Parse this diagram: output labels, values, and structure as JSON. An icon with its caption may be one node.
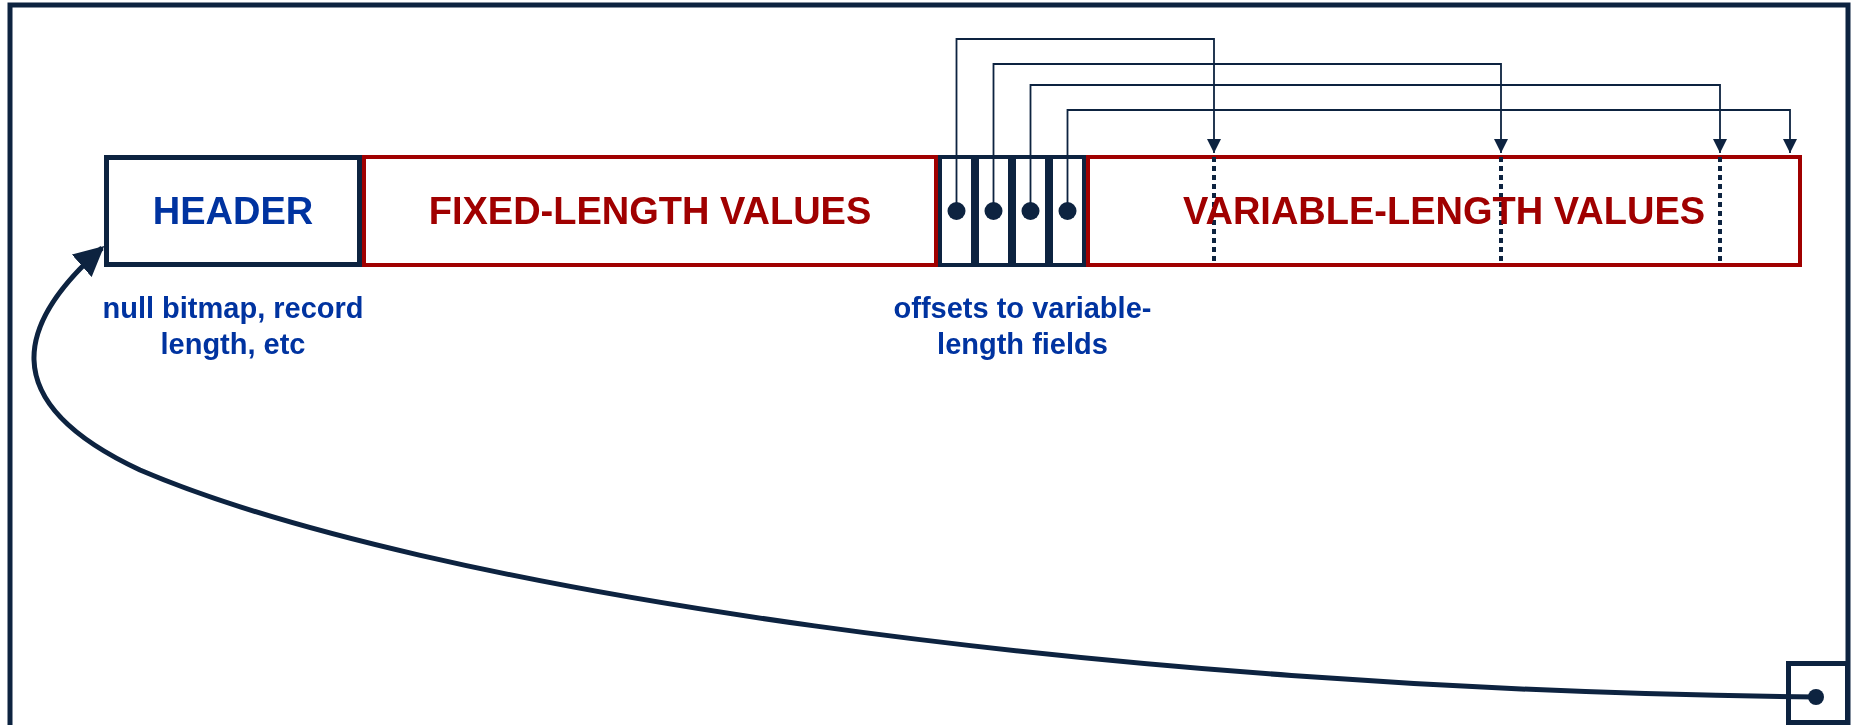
{
  "diagram": {
    "nodes": [
      {
        "text": [
          "HEADER"
        ],
        "beside": [
          "null bitmap, record length, etc"
        ]
      },
      {
        "text": [
          "FIXED-LENGTH VALUES"
        ]
      },
      {
        "text": [],
        "shape": "box"
      },
      {
        "text": [],
        "shape": "box"
      },
      {
        "text": [],
        "shape": "box"
      },
      {
        "text": [],
        "shape": "box"
      },
      {
        "text": [
          "VARIABLE-LENGTH VALUES"
        ]
      },
      {
        "text": [],
        "shape": "box"
      }
    ],
    "edges": [
      {
        "from": 2,
        "to": 6,
        "arrow": "to"
      },
      {
        "from": 3,
        "to": 6,
        "arrow": "to"
      },
      {
        "from": 4,
        "to": 6,
        "arrow": "to"
      },
      {
        "from": 5,
        "to": 6,
        "arrow": "to"
      },
      {
        "from": 7,
        "to": 0,
        "arrow": "to",
        "style": "thick"
      }
    ],
    "labels": [
      "offsets to variable-length fields"
    ]
  }
}
